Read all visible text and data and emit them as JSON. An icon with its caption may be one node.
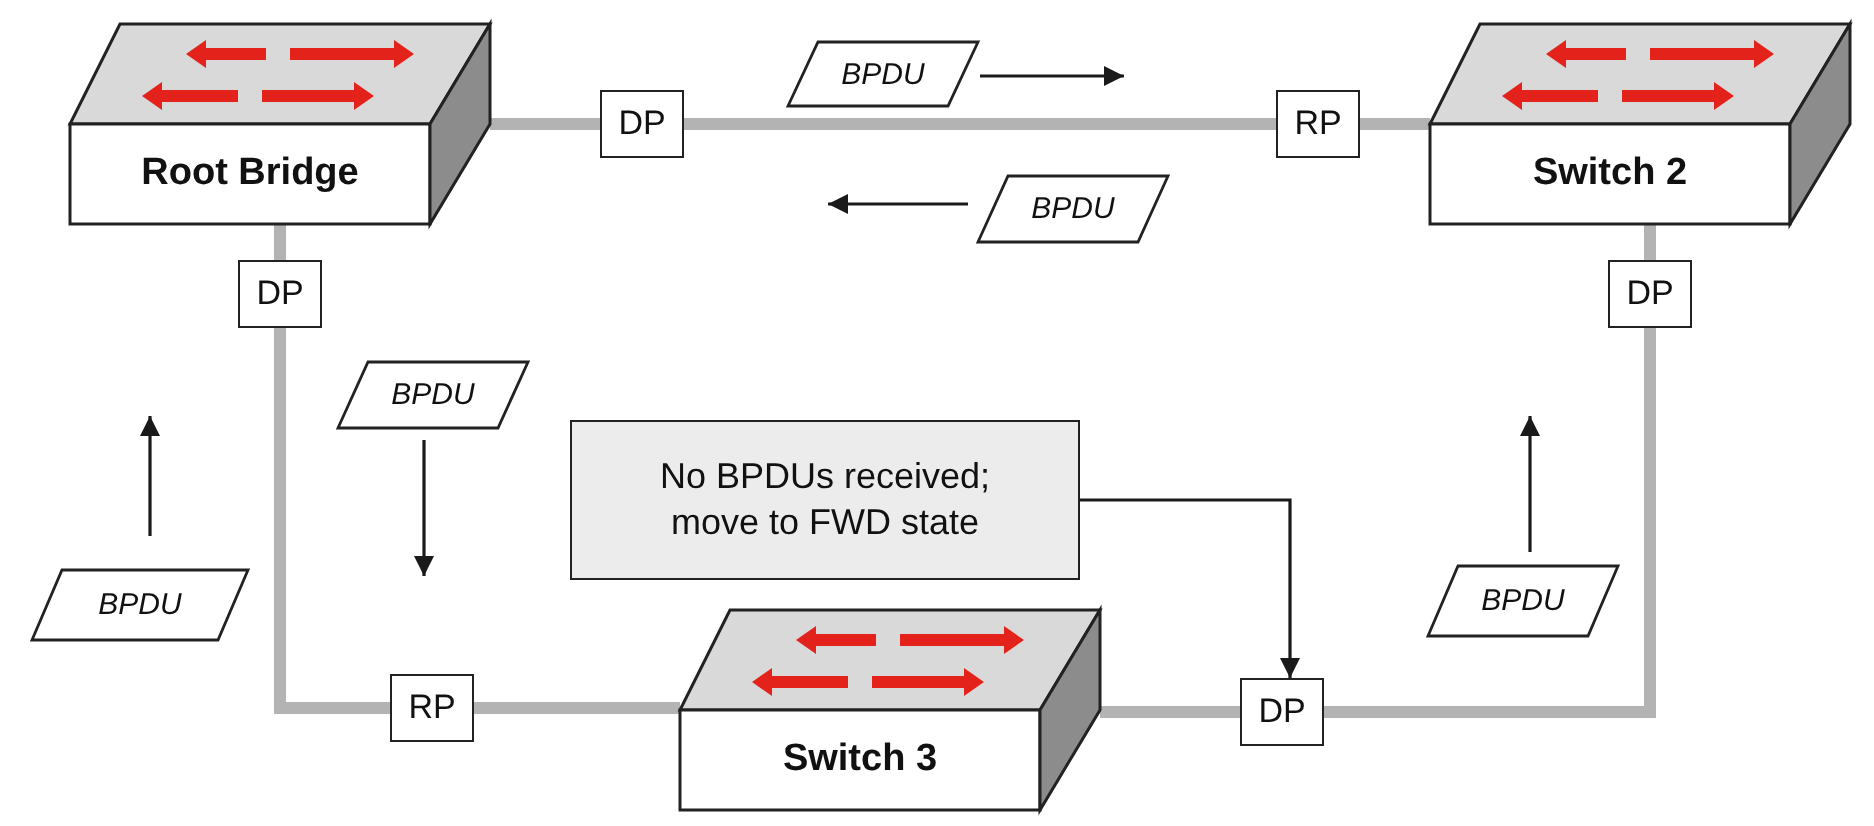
{
  "diagram": {
    "nodes": [
      {
        "text": [
          "Root Bridge"
        ]
      },
      {
        "text": [
          "Switch 2"
        ]
      },
      {
        "text": [
          "Switch 3"
        ]
      },
      {
        "text": [
          "DP"
        ]
      },
      {
        "text": [
          "RP"
        ]
      },
      {
        "text": [
          "DP"
        ]
      },
      {
        "text": [
          "DP"
        ]
      },
      {
        "text": [
          "RP"
        ]
      },
      {
        "text": [
          "DP"
        ]
      },
      {
        "text": [
          "No BPDUs received; move to FWD state"
        ]
      },
      {
        "text": [
          "BPDU"
        ]
      },
      {
        "text": [
          "BPDU"
        ]
      },
      {
        "text": [
          "BPDU"
        ]
      },
      {
        "text": [
          "BPDU"
        ]
      },
      {
        "text": [
          "BPDU"
        ]
      }
    ],
    "edges": [
      {
        "from": 0,
        "to": 3,
        "arrow": "none"
      },
      {
        "from": 3,
        "to": 4,
        "arrow": "none"
      },
      {
        "from": 4,
        "to": 1,
        "arrow": "none"
      },
      {
        "from": 0,
        "to": 5,
        "arrow": "none"
      },
      {
        "from": 5,
        "to": 7,
        "arrow": "none"
      },
      {
        "from": 7,
        "to": 2,
        "arrow": "none"
      },
      {
        "from": 1,
        "to": 6,
        "arrow": "none"
      },
      {
        "from": 6,
        "to": 8,
        "arrow": "none"
      },
      {
        "from": 8,
        "to": 2,
        "arrow": "none"
      },
      {
        "from": 9,
        "to": 8,
        "arrow": "to",
        "color": "#1a1a1a"
      }
    ]
  }
}
